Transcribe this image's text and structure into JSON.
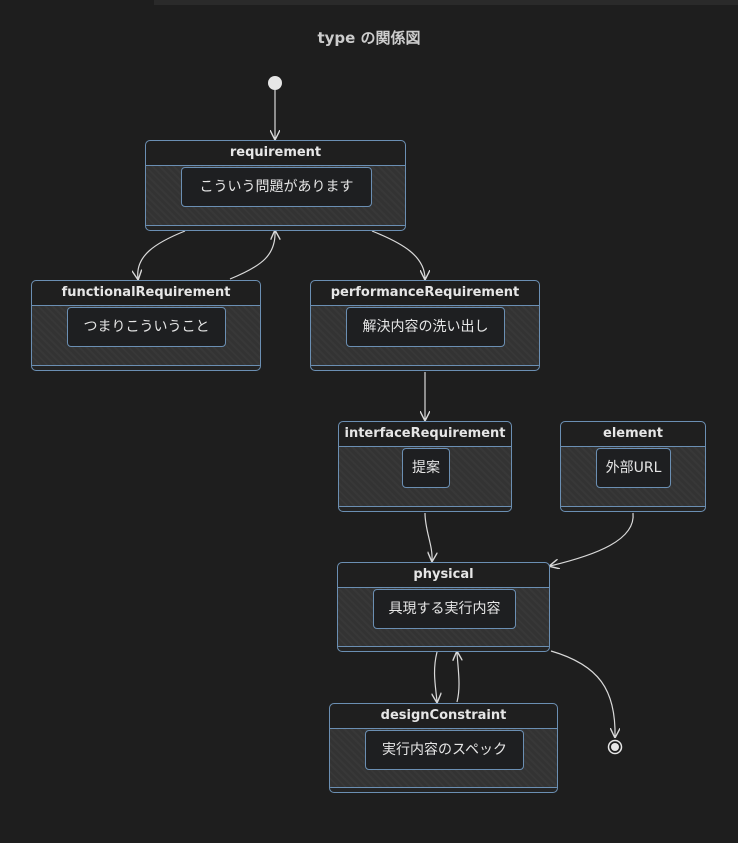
{
  "diagram": {
    "title": "type の関係図",
    "states": {
      "requirement": {
        "name": "requirement",
        "note": "こういう問題があります"
      },
      "functionalRequirement": {
        "name": "functionalRequirement",
        "note": "つまりこういうこと"
      },
      "performanceRequirement": {
        "name": "performanceRequirement",
        "note": "解決内容の洗い出し"
      },
      "interfaceRequirement": {
        "name": "interfaceRequirement",
        "note": "提案"
      },
      "element": {
        "name": "element",
        "note": "外部URL"
      },
      "physical": {
        "name": "physical",
        "note": "具現する実行内容"
      },
      "designConstraint": {
        "name": "designConstraint",
        "note": "実行内容のスペック"
      }
    },
    "transitions": [
      {
        "from": "start",
        "to": "requirement"
      },
      {
        "from": "requirement",
        "to": "functionalRequirement"
      },
      {
        "from": "functionalRequirement",
        "to": "requirement"
      },
      {
        "from": "requirement",
        "to": "performanceRequirement"
      },
      {
        "from": "performanceRequirement",
        "to": "interfaceRequirement"
      },
      {
        "from": "interfaceRequirement",
        "to": "physical"
      },
      {
        "from": "element",
        "to": "physical"
      },
      {
        "from": "physical",
        "to": "designConstraint"
      },
      {
        "from": "designConstraint",
        "to": "physical"
      },
      {
        "from": "physical",
        "to": "end"
      }
    ],
    "colors": {
      "background": "#1e1e1e",
      "border": "#6b8fb3",
      "edge": "#d9d9d9",
      "text": "#e6e6e6"
    }
  }
}
